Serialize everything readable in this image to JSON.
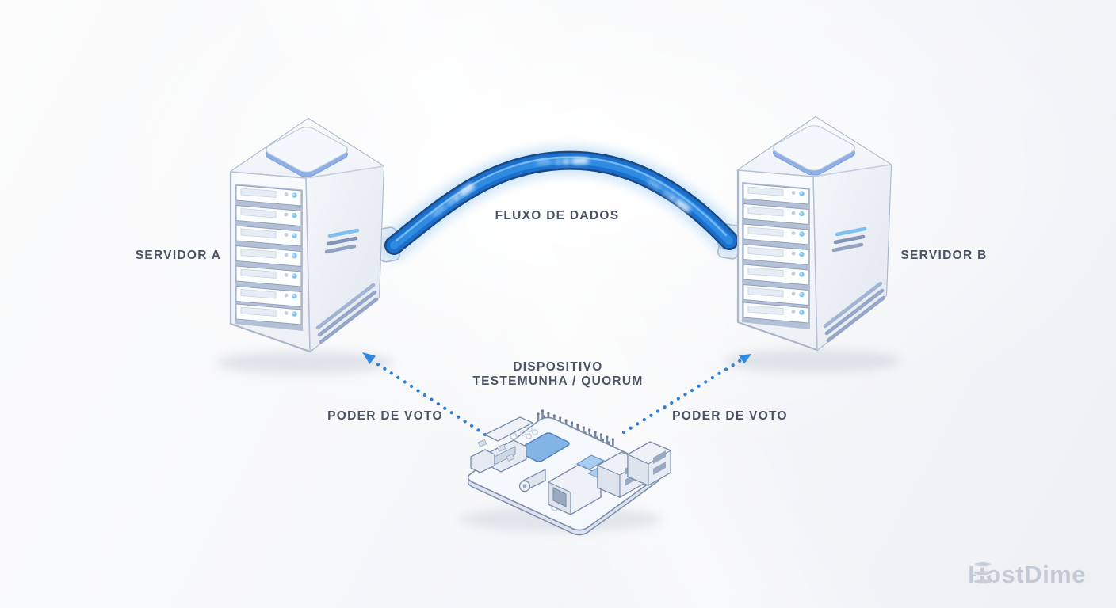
{
  "diagram": {
    "labels": {
      "server_a": "SERVIDOR A",
      "server_b": "SERVIDOR B",
      "data_flow": "FLUXO DE DADOS",
      "witness_line1": "DISPOSITIVO",
      "witness_line2": "TESTEMUNHA / QUORUM",
      "vote_power_left": "PODER DE VOTO",
      "vote_power_right": "PODER DE VOTO"
    },
    "brand": {
      "name": "HostDime"
    },
    "icons": {
      "server_a": "server-tower-icon",
      "server_b": "server-tower-icon",
      "witness": "single-board-computer-icon",
      "cable": "data-cable-icon",
      "vote_left": "vote-arrow-icon",
      "vote_right": "vote-arrow-icon",
      "logo": "stacked-layers-icon"
    },
    "colors": {
      "cable_blue": "#1b6fcd",
      "cable_highlight": "#7fc0f5",
      "dotted_line_blue": "#2e7fd6",
      "label_text": "#4a5365",
      "led_blue": "#7ec5f2",
      "logo_gray": "#c4cad5",
      "server_edge": "#aab6ca"
    }
  }
}
